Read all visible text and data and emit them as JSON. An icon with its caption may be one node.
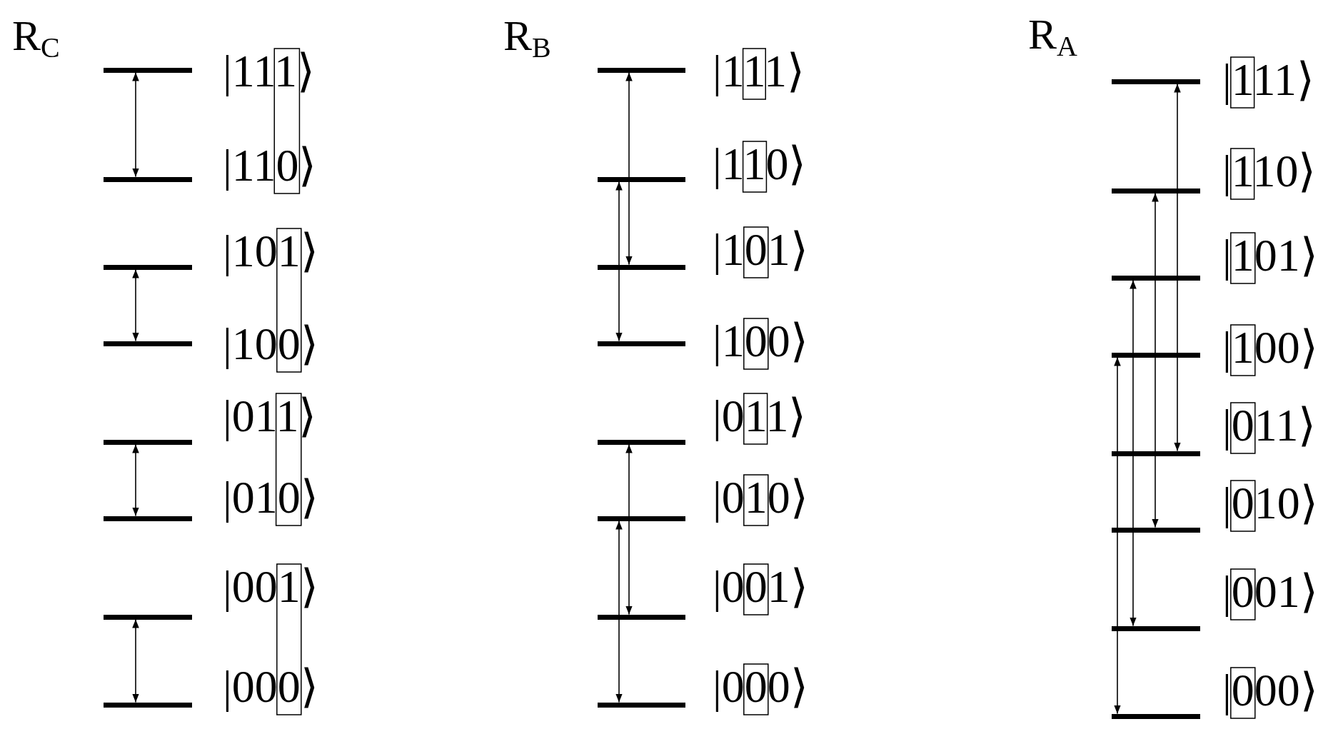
{
  "diagram": {
    "nodes": [
      {
        "text": [],
        "shape": "bar",
        "beside": [
          "|111⟩"
        ]
      },
      {
        "text": [],
        "shape": "bar",
        "beside": [
          "|110⟩"
        ]
      },
      {
        "text": [],
        "shape": "bar",
        "beside": [
          "|101⟩"
        ]
      },
      {
        "text": [],
        "shape": "bar",
        "beside": [
          "|100⟩"
        ]
      },
      {
        "text": [],
        "shape": "bar",
        "beside": [
          "|011⟩"
        ]
      },
      {
        "text": [],
        "shape": "bar",
        "beside": [
          "|010⟩"
        ]
      },
      {
        "text": [],
        "shape": "bar",
        "beside": [
          "|001⟩"
        ]
      },
      {
        "text": [],
        "shape": "bar",
        "beside": [
          "|000⟩"
        ]
      },
      {
        "text": [],
        "shape": "bar",
        "beside": [
          "|111⟩"
        ]
      },
      {
        "text": [],
        "shape": "bar",
        "beside": [
          "|110⟩"
        ]
      },
      {
        "text": [],
        "shape": "bar",
        "beside": [
          "|101⟩"
        ]
      },
      {
        "text": [],
        "shape": "bar",
        "beside": [
          "|100⟩"
        ]
      },
      {
        "text": [],
        "shape": "bar",
        "beside": [
          "|011⟩"
        ]
      },
      {
        "text": [],
        "shape": "bar",
        "beside": [
          "|010⟩"
        ]
      },
      {
        "text": [],
        "shape": "bar",
        "beside": [
          "|001⟩"
        ]
      },
      {
        "text": [],
        "shape": "bar",
        "beside": [
          "|000⟩"
        ]
      },
      {
        "text": [],
        "shape": "bar",
        "beside": [
          "|111⟩"
        ]
      },
      {
        "text": [],
        "shape": "bar",
        "beside": [
          "|110⟩"
        ]
      },
      {
        "text": [],
        "shape": "bar",
        "beside": [
          "|101⟩"
        ]
      },
      {
        "text": [],
        "shape": "bar",
        "beside": [
          "|100⟩"
        ]
      },
      {
        "text": [],
        "shape": "bar",
        "beside": [
          "|011⟩"
        ]
      },
      {
        "text": [],
        "shape": "bar",
        "beside": [
          "|010⟩"
        ]
      },
      {
        "text": [],
        "shape": "bar",
        "beside": [
          "|001⟩"
        ]
      },
      {
        "text": [],
        "shape": "bar",
        "beside": [
          "|000⟩"
        ]
      }
    ],
    "edges": [
      {
        "from": 0,
        "to": 1,
        "arrow": "both"
      },
      {
        "from": 2,
        "to": 3,
        "arrow": "both"
      },
      {
        "from": 4,
        "to": 5,
        "arrow": "both"
      },
      {
        "from": 6,
        "to": 7,
        "arrow": "both"
      },
      {
        "from": 8,
        "to": 10,
        "arrow": "both"
      },
      {
        "from": 9,
        "to": 11,
        "arrow": "both"
      },
      {
        "from": 12,
        "to": 14,
        "arrow": "both"
      },
      {
        "from": 13,
        "to": 15,
        "arrow": "both"
      },
      {
        "from": 16,
        "to": 20,
        "arrow": "both"
      },
      {
        "from": 17,
        "to": 21,
        "arrow": "both"
      },
      {
        "from": 18,
        "to": 22,
        "arrow": "both"
      },
      {
        "from": 19,
        "to": 23,
        "arrow": "both"
      }
    ],
    "labels": [
      "R$_{C}$",
      "R$_{B}$",
      "R$_{A}$"
    ]
  }
}
